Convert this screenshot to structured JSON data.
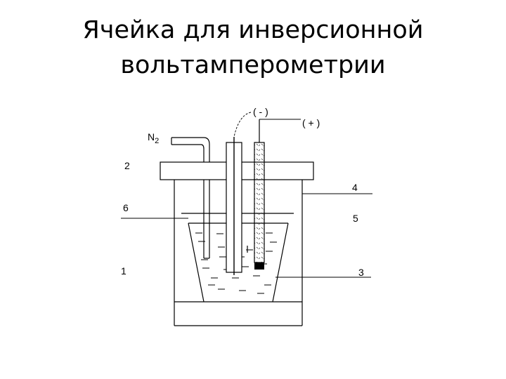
{
  "title": {
    "line1": "Ячейка для инверсионной",
    "line2": "вольтамперометрии"
  },
  "diagram": {
    "labels": {
      "minus": "( - )",
      "plus": "( + )",
      "n2_base": "N",
      "n2_sub": "2",
      "num_2": "2",
      "num_4": "4",
      "num_6": "6",
      "num_5": "5",
      "num_1": "1",
      "num_3": "3"
    }
  },
  "colors": {
    "ink": "#000000",
    "background": "#ffffff"
  }
}
